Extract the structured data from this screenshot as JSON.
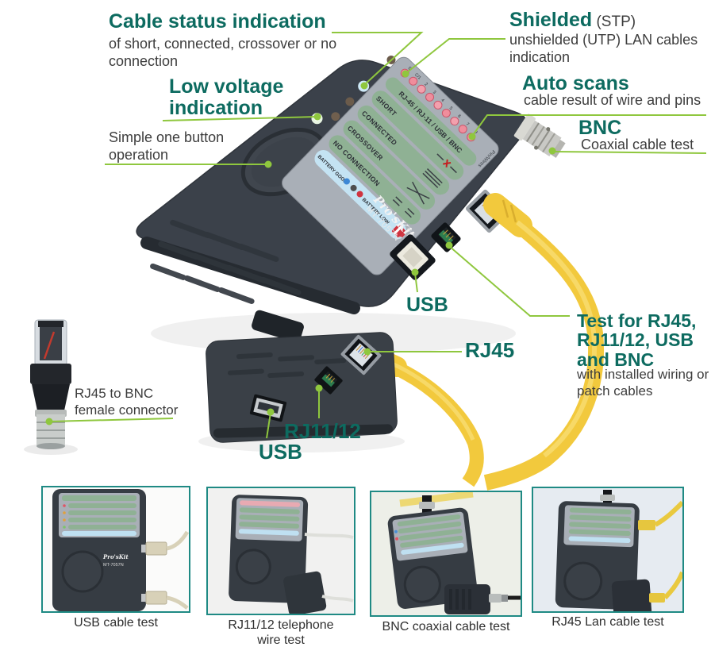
{
  "colors": {
    "accent_green": "#8fc73e",
    "heading_teal": "#0d6b60",
    "body_gray": "#3d3d3d",
    "device_body": "#3b414a",
    "panel_green": "#8fb194",
    "battery_blue": "#c4e3f3",
    "cable_yellow": "#f2c93d",
    "photo_border": "#1f8a84"
  },
  "callouts": {
    "cable_status": {
      "title": "Cable status indication",
      "body": "of short, connected, crossover or no connection"
    },
    "low_voltage": {
      "title": "Low voltage indication"
    },
    "simple_button": {
      "body": "Simple one button operation"
    },
    "shielded": {
      "title": "Shielded",
      "suffix": " (STP)",
      "body": "unshielded (UTP) LAN cables indication"
    },
    "auto_scans": {
      "title": "Auto scans",
      "body": "cable result of wire and pins"
    },
    "bnc": {
      "title": "BNC",
      "body": "Coaxial cable test"
    },
    "test_for": {
      "title": "Test for RJ45, RJ11/12, USB and BNC",
      "body": "with installed wiring or patch cables"
    },
    "usb_main": {
      "label": "USB"
    },
    "rj45": {
      "label": "RJ45"
    },
    "rj11": {
      "label": "RJ11/12"
    },
    "usb_remote": {
      "label": "USB"
    },
    "adapter": {
      "body": "RJ45 to BNC female connector"
    }
  },
  "device": {
    "brand": "Pro'sKit",
    "reg": "®",
    "model": "MT-7057N",
    "panel": {
      "led_labels": [
        "S",
        "C/1",
        "2",
        "3",
        "4",
        "5",
        "6",
        "7",
        "8"
      ],
      "title": "RJ-45 / RJ-11 / USB / BNC",
      "rows": [
        "SHORT",
        "CONNECTED",
        "CROSSOVER",
        "NO CONNECTION"
      ],
      "battery_good": "BATTERY GOOD",
      "battery_low": "BATTERY LOW",
      "pin_wires_l1": "Pin/Wires",
      "pin_wires_l2": "Condition"
    }
  },
  "photos": [
    {
      "caption": "USB cable test"
    },
    {
      "caption": "RJ11/12 telephone wire test"
    },
    {
      "caption": "BNC coaxial cable test"
    },
    {
      "caption": "RJ45 Lan cable test"
    }
  ]
}
